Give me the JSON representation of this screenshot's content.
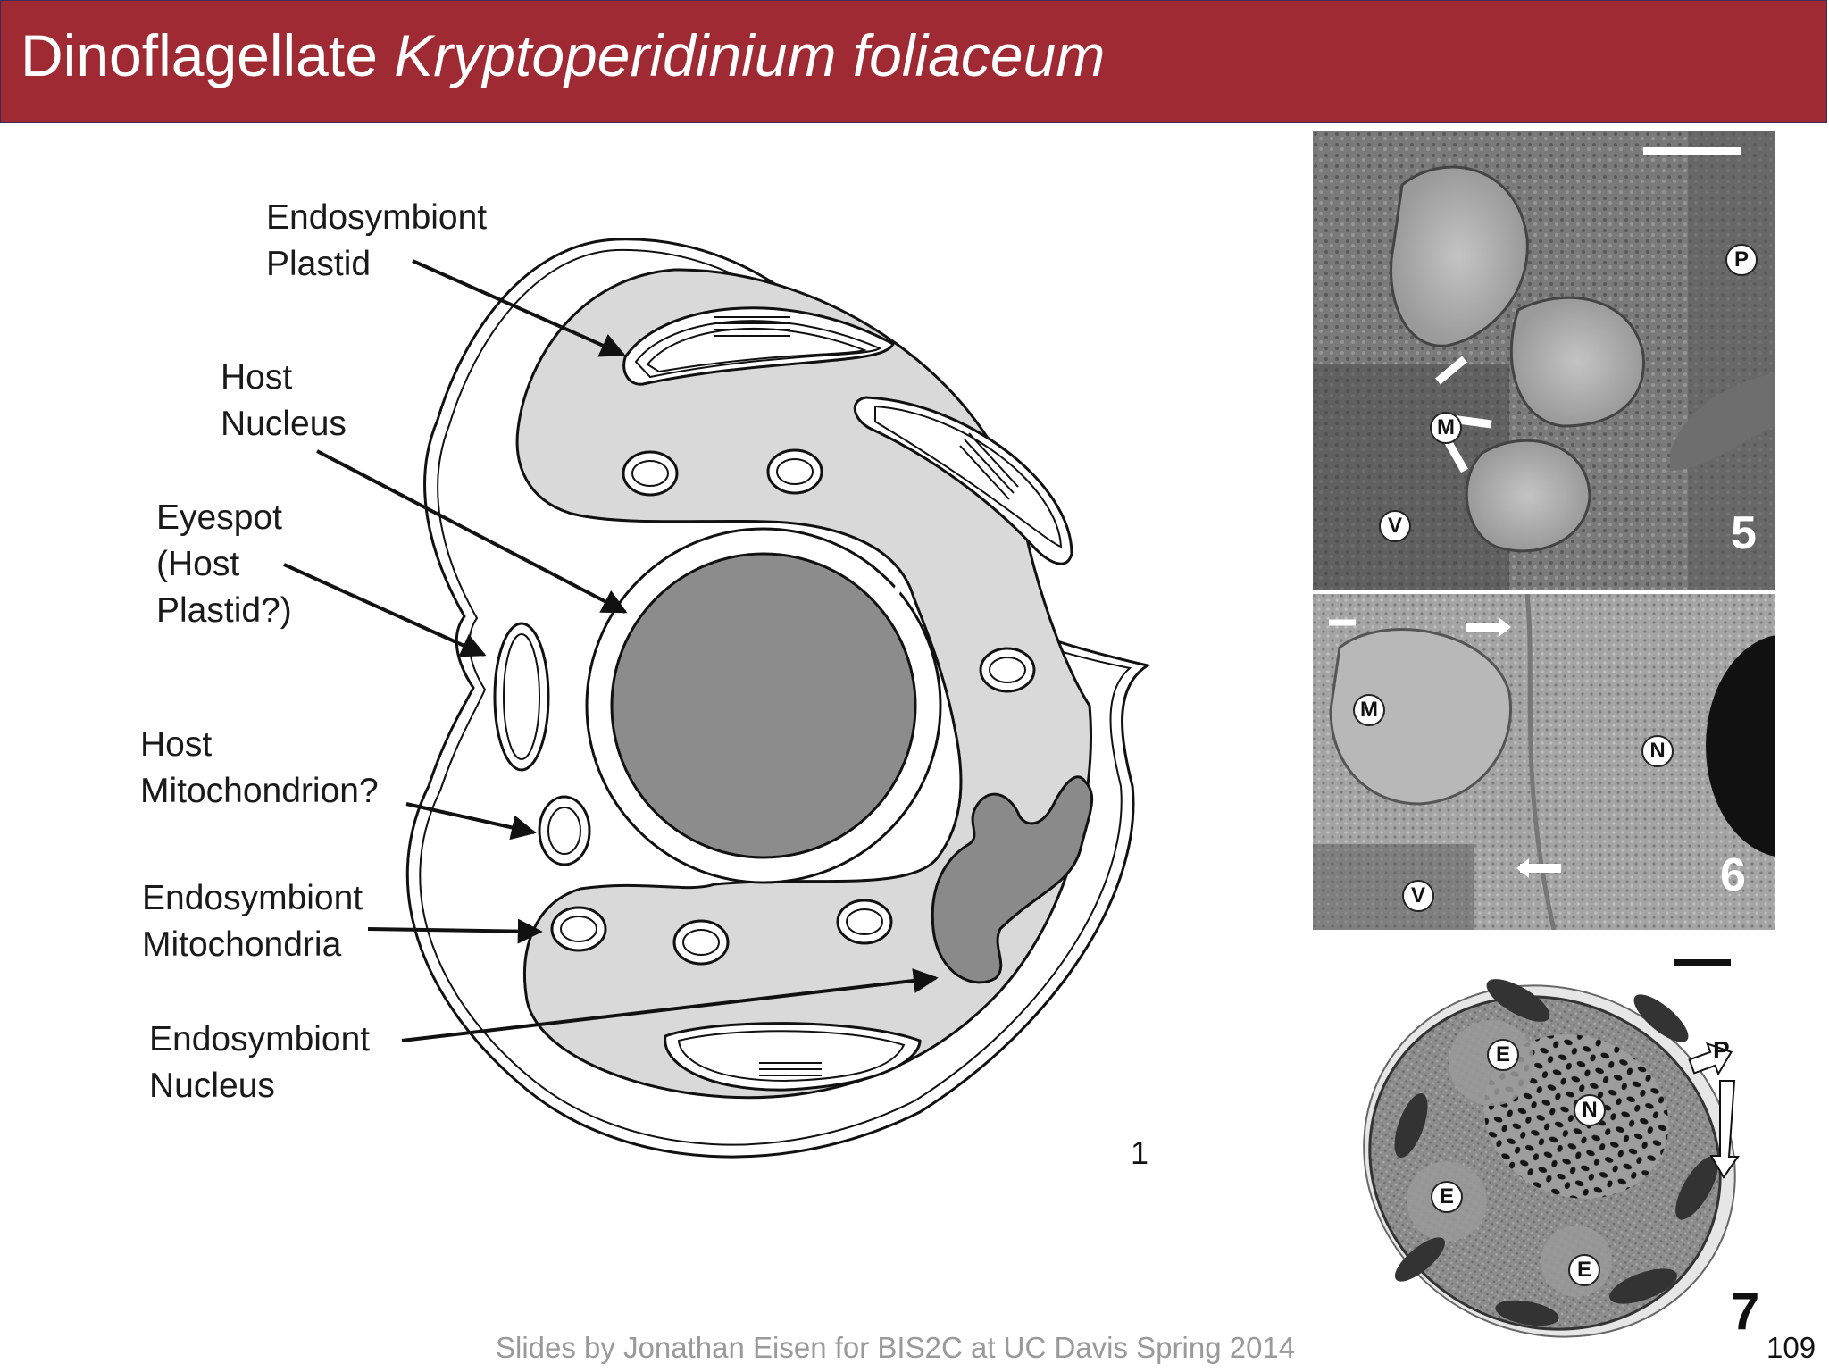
{
  "slide": {
    "title_plain": "Dinoflagellate ",
    "title_italic": "Kryptoperidinium foliaceum",
    "footer": "Slides by Jonathan Eisen for BIS2C at UC Davis Spring 2014",
    "slide_number": "109"
  },
  "diagram": {
    "figure_number": "1",
    "labels": {
      "endosymbiont_plastid": [
        "Endosymbiont",
        "Plastid"
      ],
      "host_nucleus": [
        "Host",
        "Nucleus"
      ],
      "eyespot": [
        "Eyespot",
        "(Host",
        "Plastid?)"
      ],
      "host_mitochondrion": [
        "Host",
        "Mitochondrion?"
      ],
      "endosymbiont_mitochondria": [
        "Endosymbiont",
        "Mitochondria"
      ],
      "endosymbiont_nucleus": [
        "Endosymbiont",
        "Nucleus"
      ]
    },
    "colors": {
      "cytoplasm": "#d9d9d9",
      "host_nucleus": "#8c8c8c",
      "endo_nucleus": "#8a8a8a"
    }
  },
  "micrographs": {
    "panel5": {
      "number": "5",
      "markers": {
        "P": "P",
        "M": "M",
        "V": "V"
      }
    },
    "panel6": {
      "number": "6",
      "markers": {
        "M": "M",
        "N": "N",
        "V": "V"
      }
    },
    "panel7": {
      "number": "7",
      "markers": {
        "E1": "E",
        "N": "N",
        "E2": "E",
        "E3": "E",
        "P": "P"
      }
    }
  }
}
